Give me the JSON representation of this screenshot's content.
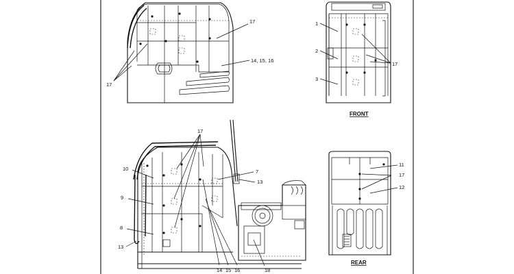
{
  "views": {
    "front_title": "FRONT",
    "rear_title": "REAR"
  },
  "callouts": {
    "top_left": {
      "c17a": "17",
      "c14_15_16": "14, 15, 16",
      "c17b": "17"
    },
    "front": {
      "c1": "1",
      "c2": "2",
      "c3": "3",
      "c17": "17"
    },
    "side": {
      "c17": "17",
      "c10": "10",
      "c9": "9",
      "c8": "8",
      "c13a": "13",
      "c7": "7",
      "c13b": "13",
      "c14": "14",
      "c15": "15",
      "c16": "16",
      "c18": "18"
    },
    "rear": {
      "c11": "11",
      "c17": "17",
      "c12": "12"
    }
  }
}
